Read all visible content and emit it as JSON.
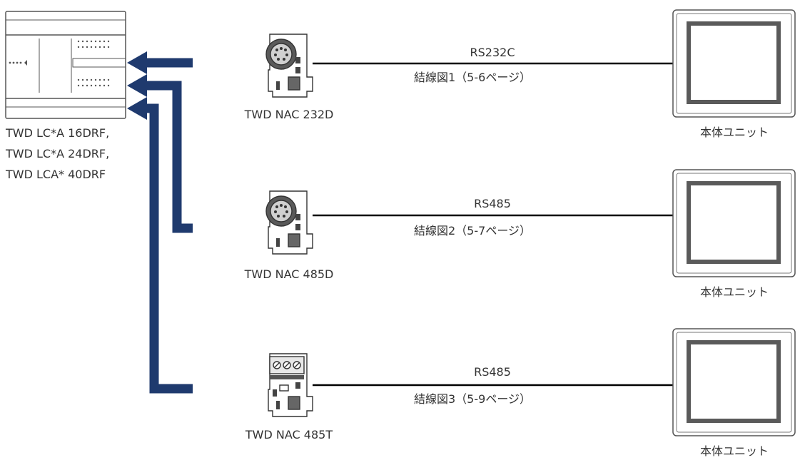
{
  "plc": {
    "labels": [
      "TWD LC*A 16DRF,",
      "TWD LC*A 24DRF,",
      "TWD LCA* 40DRF"
    ]
  },
  "links": [
    {
      "module": "TWD NAC 232D",
      "protocol": "RS232C",
      "wiring": "結線図1（5-6ページ）",
      "unit": "本体ユニット",
      "connector": "mini-din"
    },
    {
      "module": "TWD NAC 485D",
      "protocol": "RS485",
      "wiring": "結線図2（5-7ページ）",
      "unit": "本体ユニット",
      "connector": "mini-din"
    },
    {
      "module": "TWD NAC 485T",
      "protocol": "RS485",
      "wiring": "結線図3（5-9ページ）",
      "unit": "本体ユニット",
      "connector": "terminal-block"
    }
  ],
  "colors": {
    "arrow": "#1f3a6e",
    "line": "#000000",
    "device_stroke": "#555555",
    "text": "#333333"
  }
}
